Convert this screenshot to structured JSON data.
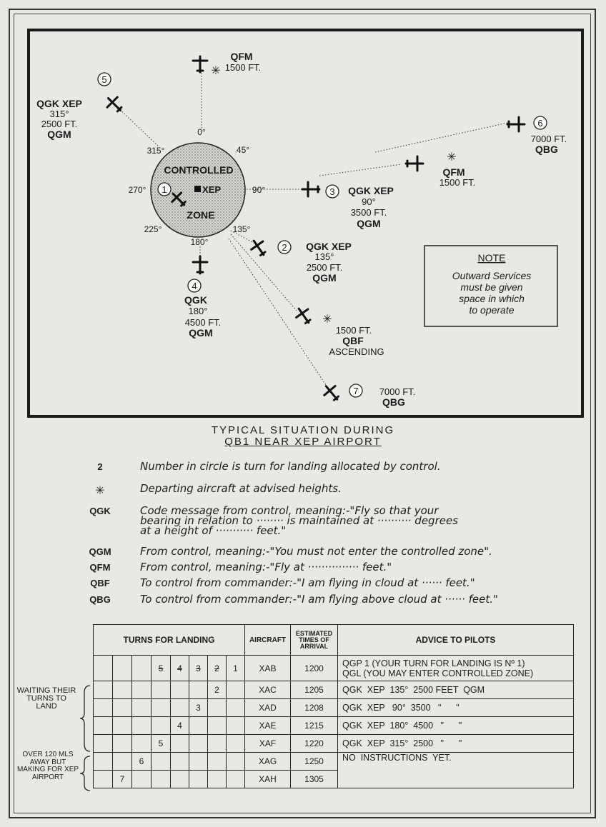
{
  "diagram": {
    "zone_label_top": "CONTROLLED",
    "zone_label_bottom": "ZONE",
    "airport": "XEP",
    "zone_aircraft_number": "1",
    "bearings": [
      "0°",
      "45°",
      "90°",
      "135°",
      "180°",
      "225°",
      "270°",
      "315°"
    ],
    "aircraft": [
      {
        "number": "5",
        "lines": [
          "QGK XEP",
          "315°",
          "2500 FT.",
          "QGM"
        ]
      },
      {
        "number": "",
        "lines": [
          "QFM",
          "1500 FT."
        ]
      },
      {
        "number": "6",
        "lines": [
          "7000 FT.",
          "QBG"
        ]
      },
      {
        "number": "",
        "lines": [
          "QFM",
          "1500 FT."
        ]
      },
      {
        "number": "3",
        "lines": [
          "QGK XEP",
          "90°",
          "3500 FT.",
          "QGM"
        ]
      },
      {
        "number": "2",
        "lines": [
          "QGK XEP",
          "135°",
          "2500 FT.",
          "QGM"
        ]
      },
      {
        "number": "4",
        "lines": [
          "QGK",
          "180°",
          "4500 FT.",
          "QGM"
        ]
      },
      {
        "number": "",
        "lines": [
          "1500 FT.",
          "QBF",
          "ASCENDING"
        ]
      },
      {
        "number": "7",
        "lines": [
          "7000 FT.",
          "QBG"
        ]
      }
    ],
    "note": {
      "heading": "NOTE",
      "lines": [
        "Outward Services",
        "must be given",
        "space in which",
        "to operate"
      ]
    }
  },
  "title": {
    "line1": "TYPICAL   SITUATION   DURING",
    "line2": "QB1  NEAR  XEP  AIRPORT"
  },
  "legend": [
    {
      "code": "2",
      "text": "Number in circle is turn for landing allocated by control."
    },
    {
      "code": "✳",
      "text": "Departing aircraft at advised heights."
    },
    {
      "code": "QGK",
      "text": "Code message from control, meaning:-\"Fly so that your\nbearing in relation to ········ is maintained at ·········· degrees\nat a height of ··········· feet.\""
    },
    {
      "code": "QGM",
      "text": "From control, meaning:-\"You must not enter the controlled zone\"."
    },
    {
      "code": "QFM",
      "text": "From control, meaning:-\"Fly at ··············· feet.\""
    },
    {
      "code": "QBF",
      "text": "To control from commander:-\"I am flying in cloud at ······ feet.\""
    },
    {
      "code": "QBG",
      "text": "To control from commander:-\"I am flying above cloud at ······ feet.\""
    }
  ],
  "table": {
    "headers": {
      "turns": "TURNS FOR LANDING",
      "aircraft": "AIRCRAFT",
      "eta": "ESTIMATED TIMES OF ARRIVAL",
      "advice": "ADVICE TO PILOTS"
    },
    "rows": [
      {
        "turns": [
          "",
          "",
          "",
          "5",
          "4",
          "3",
          "2",
          "1"
        ],
        "aircraft": "XAB",
        "eta": "1200",
        "advice": "QGP 1 (YOUR TURN FOR LANDING IS Nº 1)\nQGL (YOU MAY ENTER CONTROLLED ZONE)"
      },
      {
        "turns": [
          "",
          "",
          "",
          "",
          "",
          "",
          "2",
          ""
        ],
        "aircraft": "XAC",
        "eta": "1205",
        "advice": "QGK  XEP  135°  2500 FEET  QGM"
      },
      {
        "turns": [
          "",
          "",
          "",
          "",
          "",
          "3",
          "",
          ""
        ],
        "aircraft": "XAD",
        "eta": "1208",
        "advice": "QGK  XEP   90°  3500   \"      \""
      },
      {
        "turns": [
          "",
          "",
          "",
          "",
          "4",
          "",
          "",
          ""
        ],
        "aircraft": "XAE",
        "eta": "1215",
        "advice": "QGK  XEP  180°  4500   \"      \""
      },
      {
        "turns": [
          "",
          "",
          "",
          "5",
          "",
          "",
          "",
          ""
        ],
        "aircraft": "XAF",
        "eta": "1220",
        "advice": "QGK  XEP  315°  2500   \"      \""
      },
      {
        "turns": [
          "",
          "",
          "6",
          "",
          "",
          "",
          "",
          ""
        ],
        "aircraft": "XAG",
        "eta": "1250",
        "advice": "NO  INSTRUCTIONS  YET."
      },
      {
        "turns": [
          "",
          "7",
          "",
          "",
          "",
          "",
          "",
          ""
        ],
        "aircraft": "XAH",
        "eta": "1305",
        "advice": ""
      }
    ],
    "side_notes": {
      "waiting": "WAITING THEIR TURNS TO LAND",
      "over": "OVER 120 MLS AWAY BUT MAKING FOR XEP AIRPORT"
    }
  }
}
